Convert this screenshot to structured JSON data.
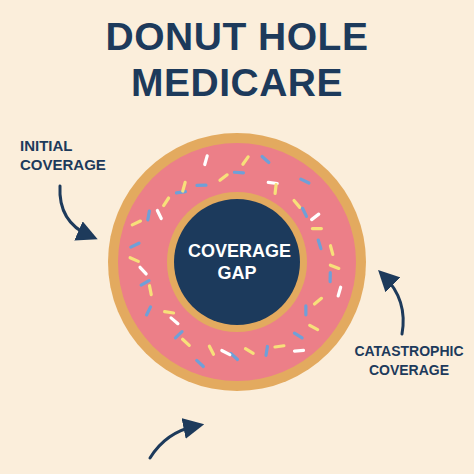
{
  "diagram": {
    "title": "DONUT HOLE MEDICARE",
    "nodes": [
      {
        "text": [
          "COVERAGE GAP"
        ]
      }
    ],
    "labels": [
      "INITIAL COVERAGE",
      "CATASTROPHIC COVERAGE"
    ]
  }
}
